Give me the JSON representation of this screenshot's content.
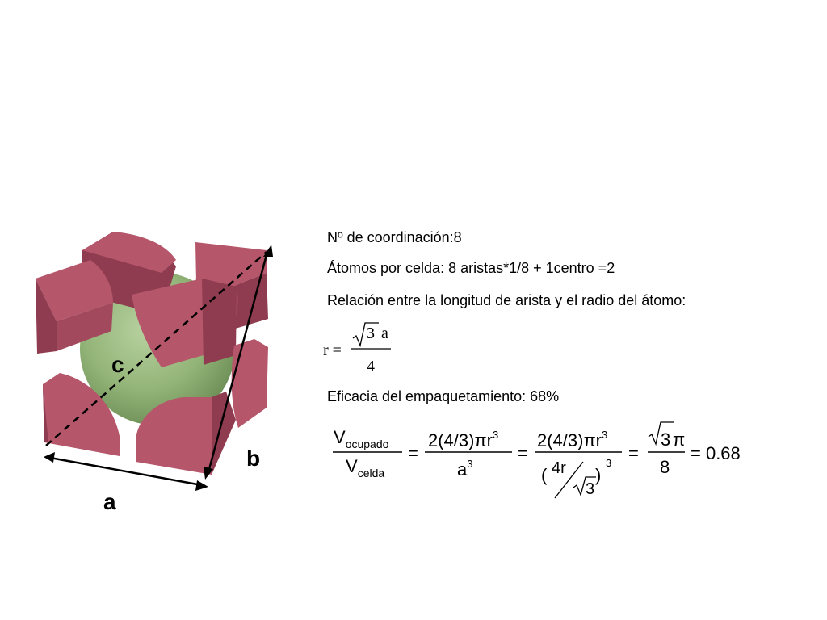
{
  "labels": {
    "a": "a",
    "b": "b",
    "c": "c"
  },
  "info": {
    "coordination": "Nº de coordinación:8",
    "atoms": "Átomos por celda: 8 aristas*1/8 + 1centro =2",
    "relation": "Relación entre la longitud de arista y el radio del átomo:",
    "efficiency": "Eficacia del empaquetamiento: 68%"
  },
  "formula_r": {
    "lhs": "r =",
    "num_3": "3",
    "num_a": "a",
    "den": "4"
  },
  "formula_eff": {
    "v_main_1": "V",
    "v_sub_1": "ocupado",
    "v_main_2": "V",
    "v_sub_2": "celda",
    "eq": "=",
    "f1_num": "2(4/3)πr",
    "f1_num_exp": "3",
    "f1_den": "a",
    "f1_den_exp": "3",
    "f2_num": "2(4/3)πr",
    "f2_num_exp": "3",
    "f2_den_open": "(",
    "f2_den_4r": "4r",
    "f2_den_sqrt3": "3",
    "f2_den_close": ")",
    "f2_den_exp": "3",
    "f3_num_3": "3",
    "f3_num_pi": "π",
    "f3_den": "8",
    "result": "= 0.68"
  },
  "colors": {
    "atom_corner": "#b5566b",
    "atom_corner_dark": "#8f3c50",
    "atom_center": "#93b478",
    "edges": "#000000"
  }
}
